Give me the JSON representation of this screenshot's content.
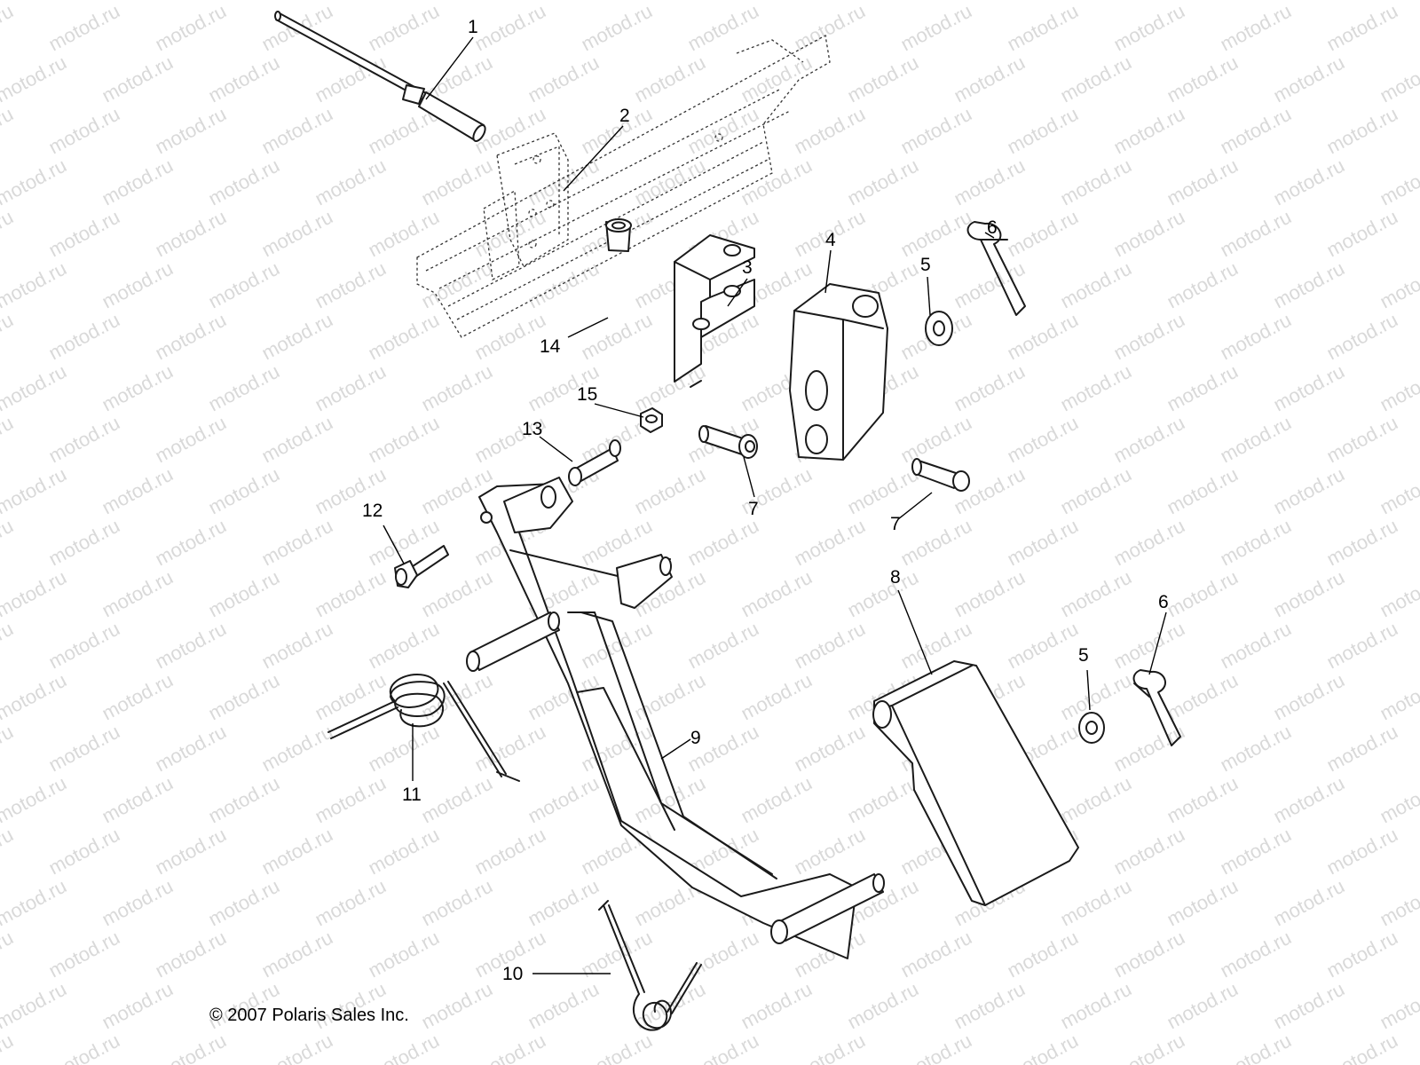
{
  "watermark": "motod.ru",
  "copyright": "© 2007 Polaris Sales Inc.",
  "callouts": [
    {
      "id": "c1",
      "label": "1"
    },
    {
      "id": "c2",
      "label": "2"
    },
    {
      "id": "c3",
      "label": "3"
    },
    {
      "id": "c4",
      "label": "4"
    },
    {
      "id": "c5a",
      "label": "5"
    },
    {
      "id": "c6a",
      "label": "6"
    },
    {
      "id": "c7a",
      "label": "7"
    },
    {
      "id": "c7b",
      "label": "7"
    },
    {
      "id": "c8",
      "label": "8"
    },
    {
      "id": "c9",
      "label": "9"
    },
    {
      "id": "c10",
      "label": "10"
    },
    {
      "id": "c11",
      "label": "11"
    },
    {
      "id": "c12",
      "label": "12"
    },
    {
      "id": "c13",
      "label": "13"
    },
    {
      "id": "c14",
      "label": "14"
    },
    {
      "id": "c15",
      "label": "15"
    },
    {
      "id": "c5b",
      "label": "5"
    },
    {
      "id": "c6b",
      "label": "6"
    }
  ]
}
